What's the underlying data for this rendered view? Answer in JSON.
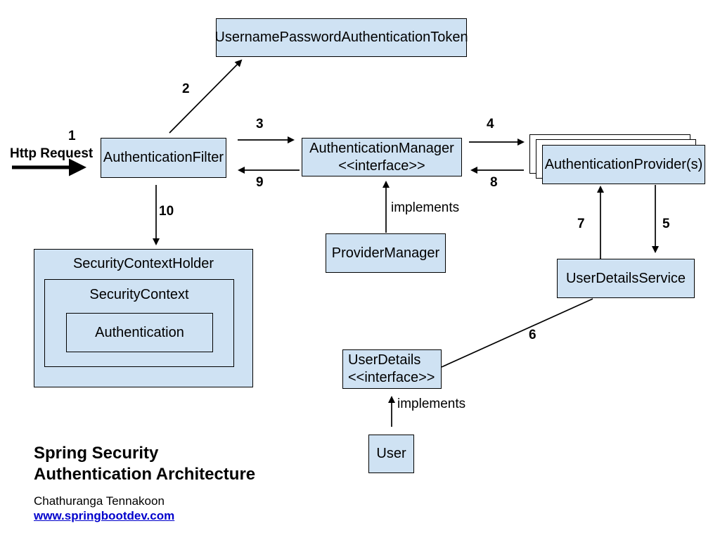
{
  "diagram": {
    "nodes": {
      "token": {
        "label": "UsernamePasswordAuthenticationToken"
      },
      "filter": {
        "label": "AuthenticationFilter"
      },
      "manager": {
        "label": "AuthenticationManager",
        "stereotype": "<<interface>>"
      },
      "provider": {
        "label": "AuthenticationProvider(s)"
      },
      "provider_manager": {
        "label": "ProviderManager"
      },
      "user_details_service": {
        "label": "UserDetailsService"
      },
      "user_details": {
        "label": "UserDetails",
        "stereotype": "<<interface>>"
      },
      "user": {
        "label": "User"
      },
      "security_context_holder": {
        "label": "SecurityContextHolder"
      },
      "security_context": {
        "label": "SecurityContext"
      },
      "authentication": {
        "label": "Authentication"
      }
    },
    "edge_labels": {
      "http_request": "Http Request",
      "step_1": "1",
      "step_2": "2",
      "step_3": "3",
      "step_4": "4",
      "step_5": "5",
      "step_6": "6",
      "step_7": "7",
      "step_8": "8",
      "step_9": "9",
      "step_10": "10",
      "implements_provider_manager": "implements",
      "implements_user": "implements"
    },
    "footer": {
      "title_line_1": "Spring Security",
      "title_line_2": "Authentication Architecture",
      "author": "Chathuranga Tennakoon",
      "website": "www.springbootdev.com"
    },
    "colors": {
      "node_fill": "#cfe2f3",
      "node_border": "#000000",
      "link": "#0000cc",
      "background": "#ffffff"
    }
  }
}
